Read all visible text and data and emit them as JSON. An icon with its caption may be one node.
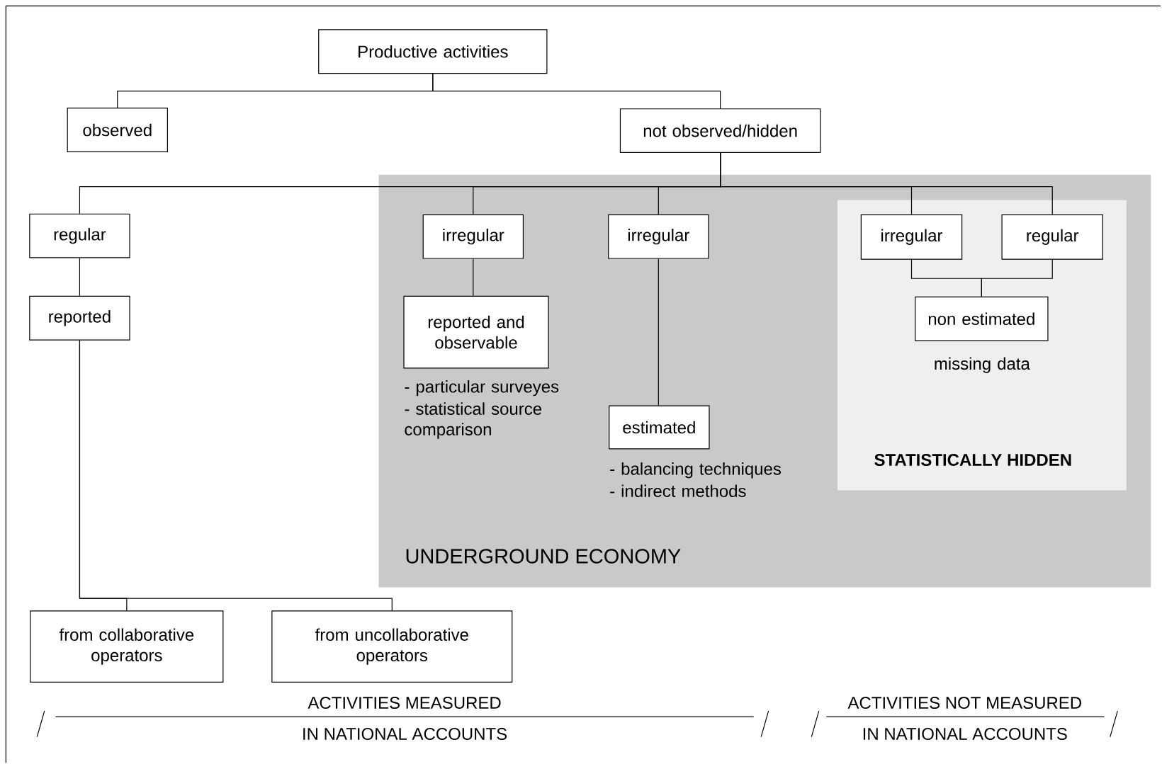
{
  "diagram": {
    "nodes": [
      {
        "text": [
          "Productive activities"
        ]
      },
      {
        "text": [
          "observed"
        ]
      },
      {
        "text": [
          "not observed/hidden"
        ]
      },
      {
        "text": [
          "regular"
        ]
      },
      {
        "text": [
          "UNDERGROUND ECONOMY"
        ]
      },
      {
        "text": [
          "irregular"
        ],
        "in": 4
      },
      {
        "text": [
          "reported and observable"
        ],
        "in": 4,
        "beside": [
          "- particular surveyes",
          "- statistical source comparison"
        ]
      },
      {
        "text": [
          "irregular"
        ],
        "in": 4
      },
      {
        "text": [
          "estimated"
        ],
        "in": 4,
        "beside": [
          "- balancing techniques",
          "- indirect methods"
        ]
      },
      {
        "text": [
          "STATISTICALLY HIDDEN"
        ],
        "in": 4
      },
      {
        "text": [
          "irregular"
        ],
        "in": 9
      },
      {
        "text": [
          "regular"
        ],
        "in": 9
      },
      {
        "text": [
          "non estimated"
        ],
        "in": 9,
        "beside": [
          "missing data"
        ]
      },
      {
        "text": [
          "reported"
        ]
      },
      {
        "text": [
          "from collaborative operators"
        ]
      },
      {
        "text": [
          "from uncollaborative operators"
        ]
      }
    ],
    "edges": [
      {
        "from": 0,
        "to": 1,
        "arrow": "none"
      },
      {
        "from": 0,
        "to": 2,
        "arrow": "none"
      },
      {
        "from": 2,
        "to": 3,
        "arrow": "none"
      },
      {
        "from": 2,
        "to": 5,
        "arrow": "none"
      },
      {
        "from": 2,
        "to": 7,
        "arrow": "none"
      },
      {
        "from": 2,
        "to": 10,
        "arrow": "none"
      },
      {
        "from": 2,
        "to": 11,
        "arrow": "none"
      },
      {
        "from": 3,
        "to": 13,
        "arrow": "none"
      },
      {
        "from": 5,
        "to": 6,
        "arrow": "none"
      },
      {
        "from": 7,
        "to": 8,
        "arrow": "none"
      },
      {
        "from": 10,
        "to": 12,
        "arrow": "none"
      },
      {
        "from": 11,
        "to": 12,
        "arrow": "none"
      },
      {
        "from": 13,
        "to": 14,
        "arrow": "none"
      },
      {
        "from": 13,
        "to": 15,
        "arrow": "none"
      }
    ],
    "labels": [
      "ACTIVITIES MEASURED",
      "IN NATIONAL ACCOUNTS",
      "ACTIVITIES NOT MEASURED",
      "IN NATIONAL ACCOUNTS"
    ]
  }
}
